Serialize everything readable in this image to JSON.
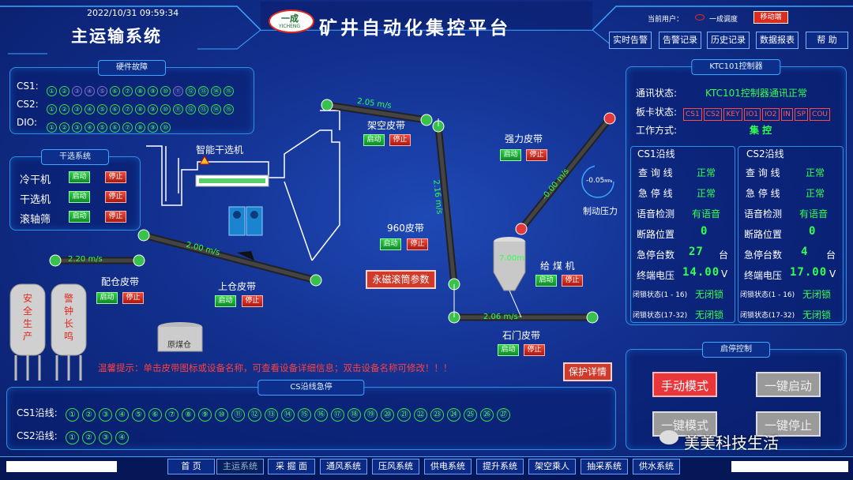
{
  "header": {
    "datetime": "2022/10/31 09:59:34",
    "system_name": "主运输系统",
    "platform_title": "矿井自动化集控平台",
    "logo_text": "一成",
    "logo_sub": "YICHENG",
    "user_label": "当前用户：",
    "user_name": "一成调度",
    "mobile_button": "移动端",
    "buttons": [
      "实时告警",
      "告警记录",
      "历史记录",
      "数据报表",
      "帮 助"
    ]
  },
  "hardware_fault": {
    "title": "硬件故障",
    "rows": [
      {
        "label": "CS1:",
        "items": [
          "①",
          "②",
          "③",
          "④",
          "⑤",
          "⑥",
          "⑦",
          "⑧",
          "⑨",
          "⑩",
          "⑪",
          "⑫",
          "⑬",
          "⑭",
          "⑮"
        ],
        "off": [
          2,
          3,
          4,
          10
        ]
      },
      {
        "label": "CS2:",
        "items": [
          "①",
          "②",
          "③",
          "④",
          "⑤",
          "⑥",
          "⑦",
          "⑧",
          "⑨",
          "⑩",
          "⑪",
          "⑫",
          "⑬",
          "⑭",
          "⑮"
        ],
        "off": []
      },
      {
        "label": "DIO:",
        "items": [
          "①",
          "②",
          "③",
          "④",
          "⑤",
          "⑥",
          "⑦",
          "⑧",
          "⑨",
          "⑩"
        ],
        "off": []
      }
    ]
  },
  "dry_select": {
    "title": "干选系统",
    "rows": [
      {
        "label": "冷干机",
        "start": "启动",
        "stop": "停止"
      },
      {
        "label": "干选机",
        "start": "启动",
        "stop": "停止"
      },
      {
        "label": "滚轴筛",
        "start": "启动",
        "stop": "停止"
      }
    ]
  },
  "process": {
    "smart_dryer": "智能干选机",
    "bunker": "原煤仓",
    "tank_left": "安全生产",
    "tank_right": "警钟长鸣",
    "pressure_label": "制动压力",
    "pressure_value": "-0.05",
    "pressure_unit": "MPa",
    "param_button": "永磁滚筒参数",
    "start": "启动",
    "stop": "停止",
    "belts": {
      "peicang": {
        "name": "配仓皮带",
        "speed": "2.20 m/s"
      },
      "shangcang": {
        "name": "上仓皮带",
        "speed": "2.00 m/s"
      },
      "jiakong": {
        "name": "架空皮带",
        "speed": "2.05 m/s"
      },
      "b960": {
        "name": "960皮带",
        "speed": "2.16 m/s"
      },
      "qiangli": {
        "name": "强力皮带",
        "speed": "-0.00 m/s"
      },
      "geimei": {
        "name": "给 煤 机",
        "level": "7.00m"
      },
      "shimen": {
        "name": "石门皮带",
        "speed": "2.06 m/s-"
      }
    }
  },
  "tip": {
    "text": "温馨提示：单击皮带图标或设备名称，可查看设备详细信息；双击设备名称可修改！！！",
    "protect_button": "保护详情"
  },
  "cs_stop": {
    "title": "CS沿线急停",
    "cs1_label": "CS1沿线:",
    "cs1_items": [
      "①",
      "②",
      "③",
      "④",
      "⑤",
      "⑥",
      "⑦",
      "⑧",
      "⑨",
      "⑩",
      "⑪",
      "⑫",
      "⑬",
      "⑭",
      "⑮",
      "⑯",
      "⑰",
      "⑱",
      "⑲",
      "⑳",
      "㉑",
      "㉒",
      "㉓",
      "㉔",
      "㉕",
      "㉖",
      "㉗"
    ],
    "cs2_label": "CS2沿线:",
    "cs2_items": [
      "①",
      "②",
      "③",
      "④"
    ]
  },
  "controller": {
    "title": "KTC101控制器",
    "comm_label": "通讯状态:",
    "comm_value": "KTC101控制器通讯正常",
    "card_label": "板卡状态:",
    "cards": [
      "CS1",
      "CS2",
      "KEY",
      "IO1",
      "IO2",
      "IN",
      "SP",
      "COU"
    ],
    "mode_label": "工作方式:",
    "mode_value": "集 控",
    "cs1": {
      "title": "CS1沿线",
      "rows": [
        {
          "label": "查 询 线",
          "value": "正常"
        },
        {
          "label": "急 停 线",
          "value": "正常"
        },
        {
          "label": "语音检测",
          "value": "有语音"
        },
        {
          "label": "断路位置",
          "value": "0"
        },
        {
          "label": "急停台数",
          "value": "27",
          "unit": "台"
        },
        {
          "label": "终端电压",
          "value": "14.00",
          "unit": "V"
        },
        {
          "label": "闭锁状态(1 - 16)",
          "value": "无闭锁"
        },
        {
          "label": "闭锁状态(17-32)",
          "value": "无闭锁"
        }
      ]
    },
    "cs2": {
      "title": "CS2沿线",
      "rows": [
        {
          "label": "查 询 线",
          "value": "正常"
        },
        {
          "label": "急 停 线",
          "value": "正常"
        },
        {
          "label": "语音检测",
          "value": "有语音"
        },
        {
          "label": "断路位置",
          "value": "0"
        },
        {
          "label": "急停台数",
          "value": "4",
          "unit": "台"
        },
        {
          "label": "终端电压",
          "value": "17.00",
          "unit": "V"
        },
        {
          "label": "闭锁状态(1 - 16)",
          "value": "无闭锁"
        },
        {
          "label": "闭锁状态(17-32)",
          "value": "无闭锁"
        }
      ]
    }
  },
  "start_stop": {
    "title": "启停控制",
    "manual": "手动模式",
    "one_start": "一键启动",
    "one_mode": "一键模式",
    "one_stop": "一键停止"
  },
  "watermark": "美美科技生活",
  "nav": [
    "首 页",
    "主运系统",
    "采 掘 面",
    "通风系统",
    "压风系统",
    "供电系统",
    "提升系统",
    "架空乘人",
    "抽采系统",
    "供水系统"
  ],
  "nav_active": 1,
  "colors": {
    "bg": "#12308f",
    "green": "#33ff4d",
    "red": "#e02a20",
    "accent": "#2e8ee0"
  }
}
